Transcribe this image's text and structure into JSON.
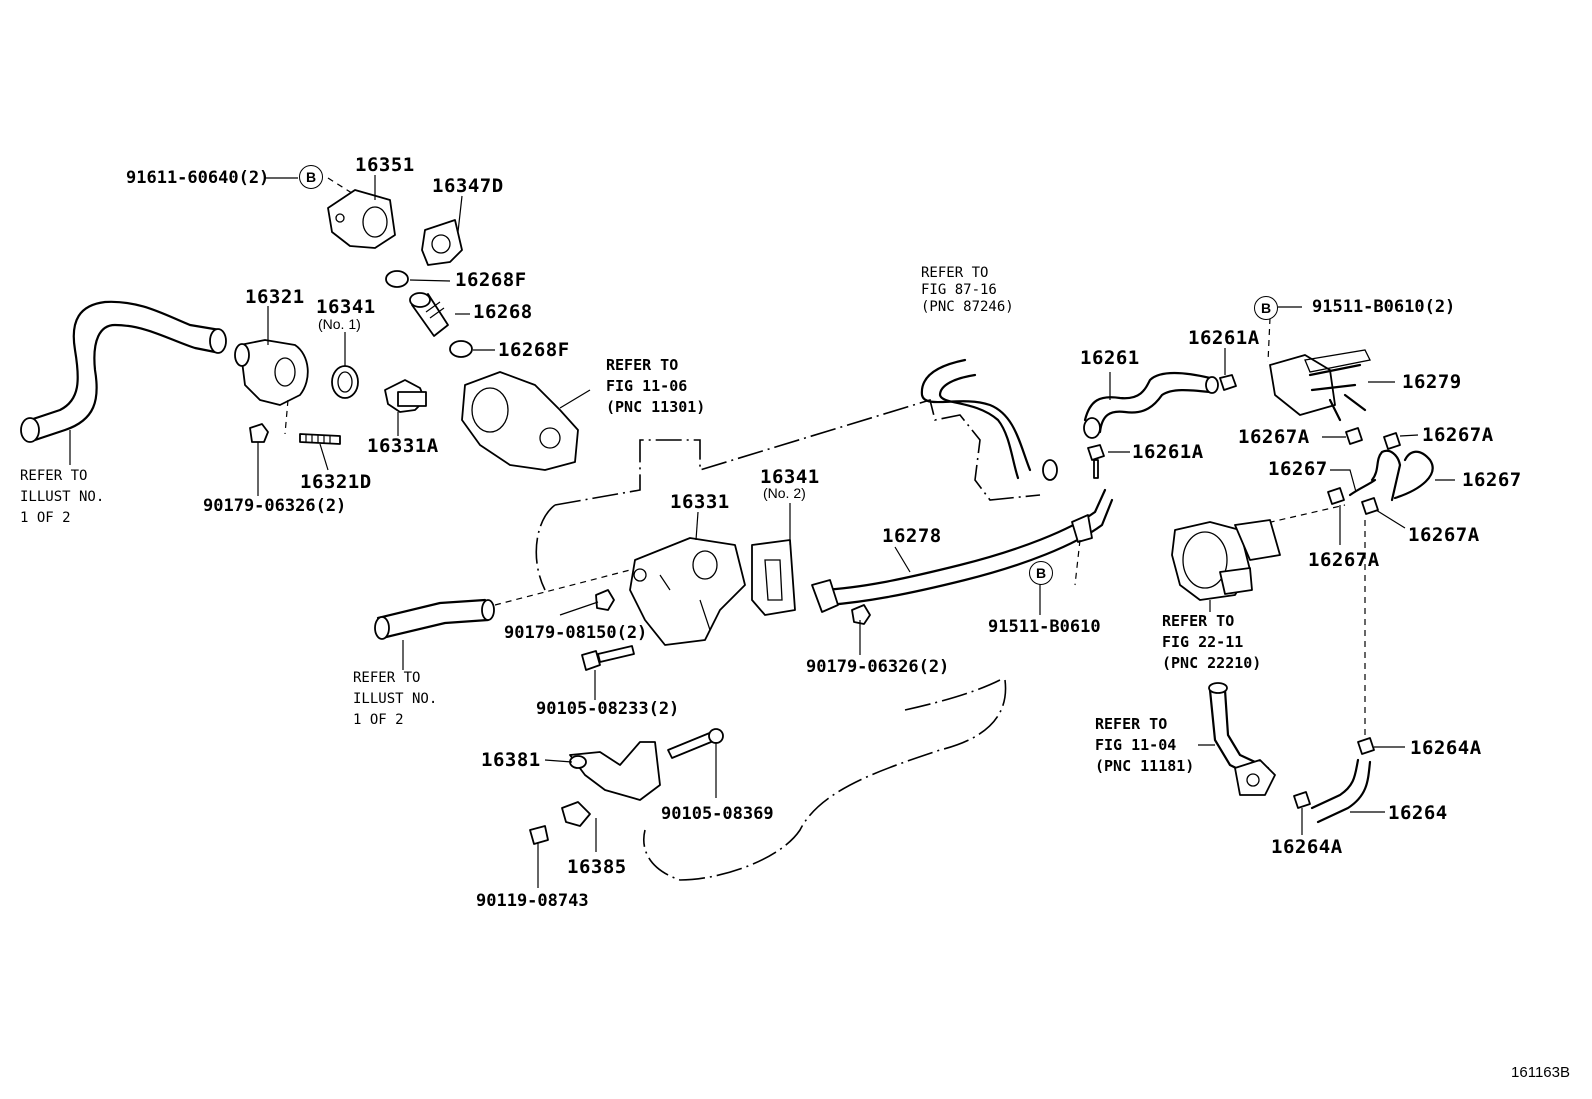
{
  "diagram_code": "161163B",
  "part_numbers": {
    "p16351": "16351",
    "p16347D": "16347D",
    "p16268F_top": "16268F",
    "p16268": "16268",
    "p16268F_bottom": "16268F",
    "p16321": "16321",
    "p16341_1": "16341",
    "p16331A": "16331A",
    "p16321D": "16321D",
    "p16331": "16331",
    "p16341_2": "16341",
    "p16278": "16278",
    "p16261": "16261",
    "p16261A_top": "16261A",
    "p16261A_mid": "16261A",
    "p16279": "16279",
    "p16267A_1": "16267A",
    "p16267A_2": "16267A",
    "p16267_left": "16267",
    "p16267_right": "16267",
    "p16267A_3": "16267A",
    "p16267A_4": "16267A",
    "p16264A_top": "16264A",
    "p16264": "16264",
    "p16264A_bottom": "16264A",
    "p16381": "16381",
    "p16385": "16385"
  },
  "fasteners": {
    "f91611": "91611-60640(2)",
    "f90179_06326_left": "90179-06326(2)",
    "f90179_08150": "90179-08150(2)",
    "f90105_08233": "90105-08233(2)",
    "f90105_08369": "90105-08369",
    "f90119_08743": "90119-08743",
    "f90179_06326_right": "90179-06326(2)",
    "f91511_single": "91511-B0610",
    "f91511_double": "91511-B0610(2)"
  },
  "qualifiers": {
    "no1": "(No. 1)",
    "no2": "(No. 2)"
  },
  "badge_letter": "B",
  "references": {
    "illust_left_top": "REFER TO\nILLUST NO.\n1 OF 2",
    "illust_left_bottom": "REFER TO\nILLUST NO.\n1 OF 2",
    "fig_11_06": "REFER TO\nFIG 11-06\n(PNC 11301)",
    "fig_87_16": "REFER TO\nFIG 87-16\n(PNC 87246)",
    "fig_22_11": "REFER TO\nFIG 22-11\n(PNC 22210)",
    "fig_11_04": "REFER TO\nFIG 11-04\n(PNC 11181)"
  }
}
